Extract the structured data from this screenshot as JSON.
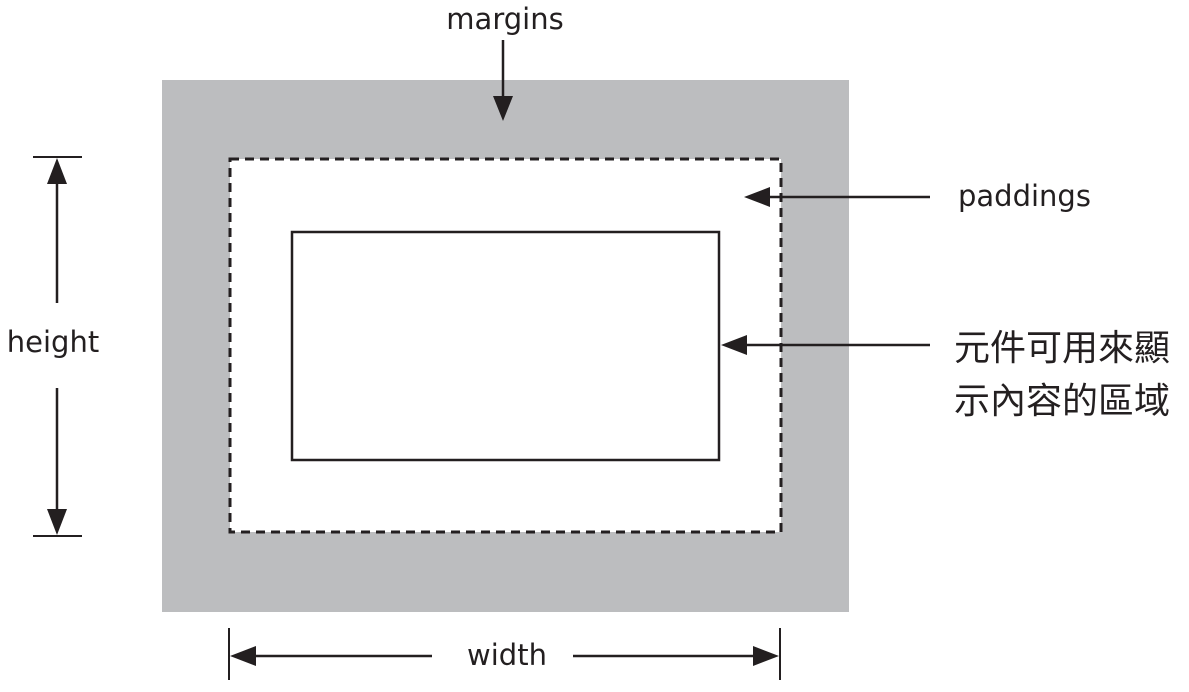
{
  "labels": {
    "margins": "margins",
    "paddings": "paddings",
    "height": "height",
    "width": "width",
    "content_line1": "元件可用來顯",
    "content_line2": "示內容的區域"
  },
  "colors": {
    "margin_fill": "#bcbdbf",
    "ink": "#231f20",
    "background": "#ffffff"
  }
}
